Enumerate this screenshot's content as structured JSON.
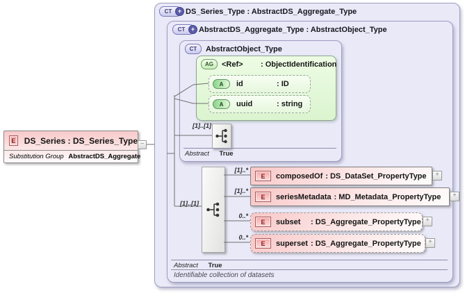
{
  "icons": {
    "element": "E",
    "complex_type": "CT",
    "complex_type_plus": "+",
    "attribute_group": "AG",
    "attribute": "A",
    "expand": "+",
    "collapse": "−"
  },
  "left_element": {
    "title": "DS_Series : DS_Series_Type",
    "substitution_group_label": "Substitution Group",
    "substitution_group_value": "AbstractDS_Aggregate"
  },
  "outer_type": {
    "title": "DS_Series_Type : AbstractDS_Aggregate_Type"
  },
  "base_type": {
    "title": "AbstractDS_Aggregate_Type : AbstractObject_Type",
    "sequence_occurs": "[1]..[1]",
    "abstract_label": "Abstract",
    "abstract_value": "True",
    "annotation": "Identifiable collection of datasets"
  },
  "object_type": {
    "title": "AbstractObject_Type",
    "sequence_occurs": "[1]..[1]",
    "abstract_label": "Abstract",
    "abstract_value": "True"
  },
  "attribute_group": {
    "name": "<Ref>",
    "type": ": ObjectIdentification",
    "attributes": [
      {
        "name": "id",
        "type": ": ID"
      },
      {
        "name": "uuid",
        "type": ": string"
      }
    ]
  },
  "elements": [
    {
      "occurs": "[1]..*",
      "name": "composedOf",
      "type": ": DS_DataSet_PropertyType"
    },
    {
      "occurs": "[1]..*",
      "name": "seriesMetadata",
      "type": ": MD_Metadata_PropertyType"
    },
    {
      "occurs": "0..*",
      "name": "subset",
      "type": ": DS_Aggregate_PropertyType"
    },
    {
      "occurs": "0..*",
      "name": "superset",
      "type": ": DS_Aggregate_PropertyType"
    }
  ],
  "colors": {
    "container_fill": "#E9E9F8",
    "container_border": "#9D9DBE",
    "element_fill": "#F8C7C7",
    "element_border": "#7F7F7F",
    "attr_group_fill": "#E6F8DC",
    "attr_border": "#6E9E6E",
    "ct_icon_border": "#7878B8",
    "connector": "#6E6E6E"
  }
}
